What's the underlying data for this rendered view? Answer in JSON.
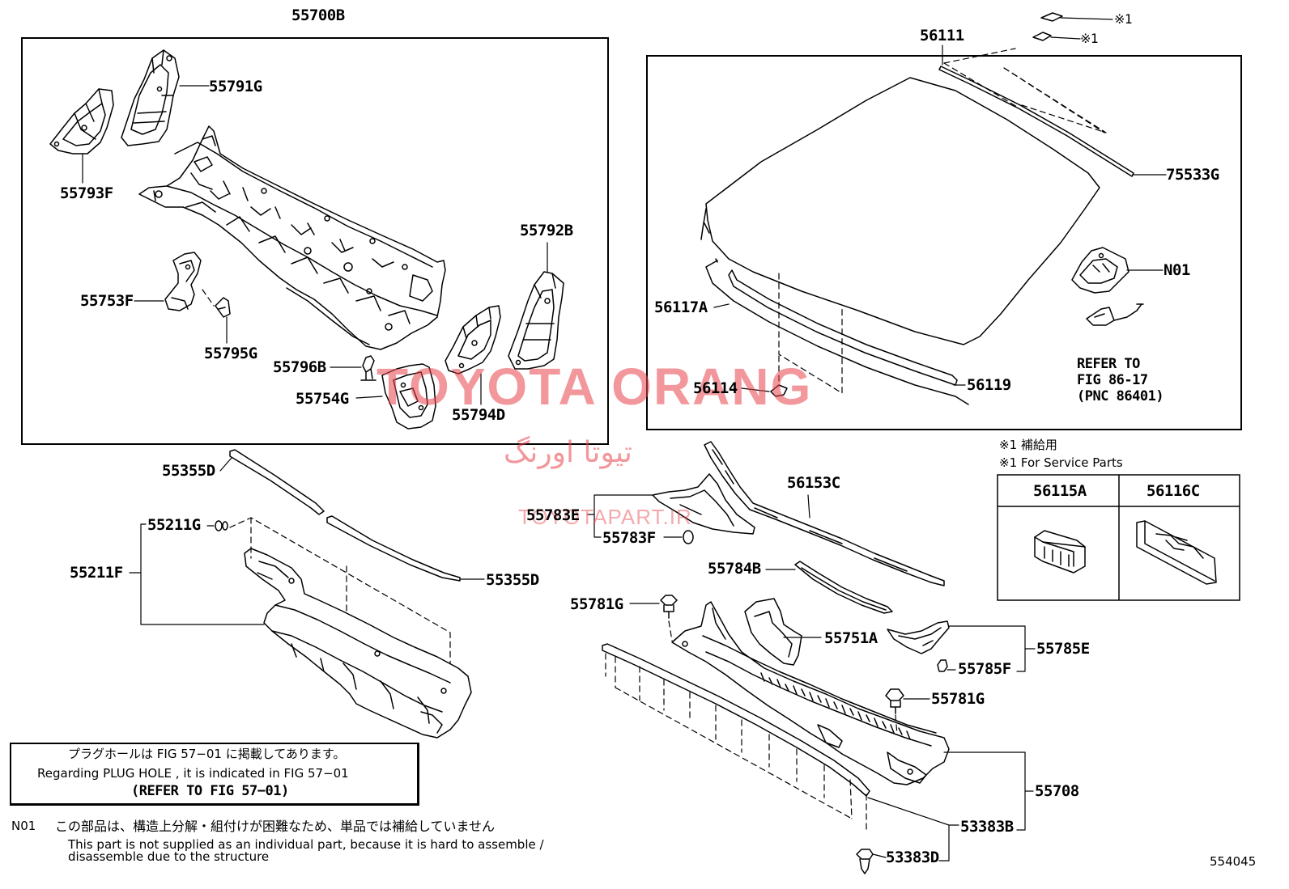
{
  "labels": {
    "l55700B": "55700B",
    "l55791G": "55791G",
    "l55793F": "55793F",
    "l55792B": "55792B",
    "l55753F": "55753F",
    "l55795G": "55795G",
    "l55796B": "55796B",
    "l55754G": "55754G",
    "l55794D": "55794D",
    "l56111": "56111",
    "l75533G": "75533G",
    "lN01": "N01",
    "l56117A": "56117A",
    "l56114": "56114",
    "l56119": "56119",
    "l55355Da": "55355D",
    "l55355Db": "55355D",
    "l55211G": "55211G",
    "l55211F": "55211F",
    "l56153C": "56153C",
    "l55783E": "55783E",
    "l55783F": "55783F",
    "l55784B": "55784B",
    "l55781Ga": "55781G",
    "l55781Gb": "55781G",
    "l55751A": "55751A",
    "l55785E": "55785E",
    "l55785F": "55785F",
    "l55708": "55708",
    "l53383B": "53383B",
    "l53383D": "53383D",
    "l56115A": "56115A",
    "l56116C": "56116C"
  },
  "refer": {
    "line1": "REFER TO",
    "line2": "FIG 86-17",
    "line3": "(PNC 86401)"
  },
  "service": {
    "mark1": "※1",
    "mark2": "※1",
    "jp": "※1 補給用",
    "en": "※1 For Service Parts"
  },
  "plug_note": {
    "jp": "プラグホールは FIG 57−01 に掲載してあります。",
    "en": "Regarding  PLUG  HOLE , it is indicated in FIG  57−01",
    "refer": "(REFER  TO  FIG  57−01)"
  },
  "n01_note": {
    "code": "N01",
    "jp": "この部品は、構造上分解・組付けが困難なため、単品では補給していません",
    "en1": "This part is not supplied as an individual part, because it is hard to assemble /",
    "en2": "disassemble due to the structure"
  },
  "figure_number": "554045",
  "watermark": {
    "main": "TOYOTA ORANG",
    "persian": "تیوتا اورنگ",
    "site": "TOYOTAPART.IR"
  },
  "colors": {
    "line": "#000000",
    "watermark": "#e8434b"
  }
}
